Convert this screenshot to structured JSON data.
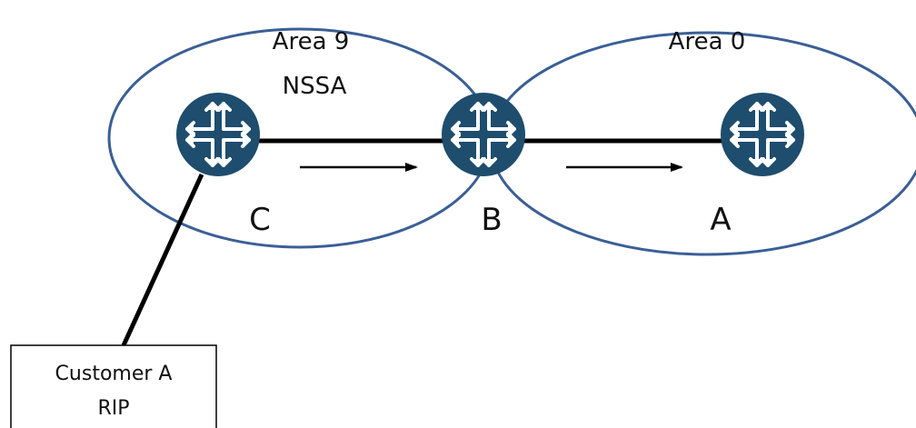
{
  "areas": [
    {
      "line1": "Area 9",
      "line2": "NSSA"
    },
    {
      "line1": "Area 0"
    }
  ],
  "routers": [
    {
      "label": "C"
    },
    {
      "label": "B"
    },
    {
      "label": "A"
    }
  ],
  "customer": {
    "line1": "Customer A",
    "line2": "RIP"
  },
  "colors": {
    "area_outline": "#3a5f96",
    "router_fill": "#1e4d6e",
    "router_glyph": "#ffffff",
    "link": "#000000"
  },
  "icons": {
    "router": "router-icon",
    "flow_arrow": "arrow-right-icon"
  }
}
